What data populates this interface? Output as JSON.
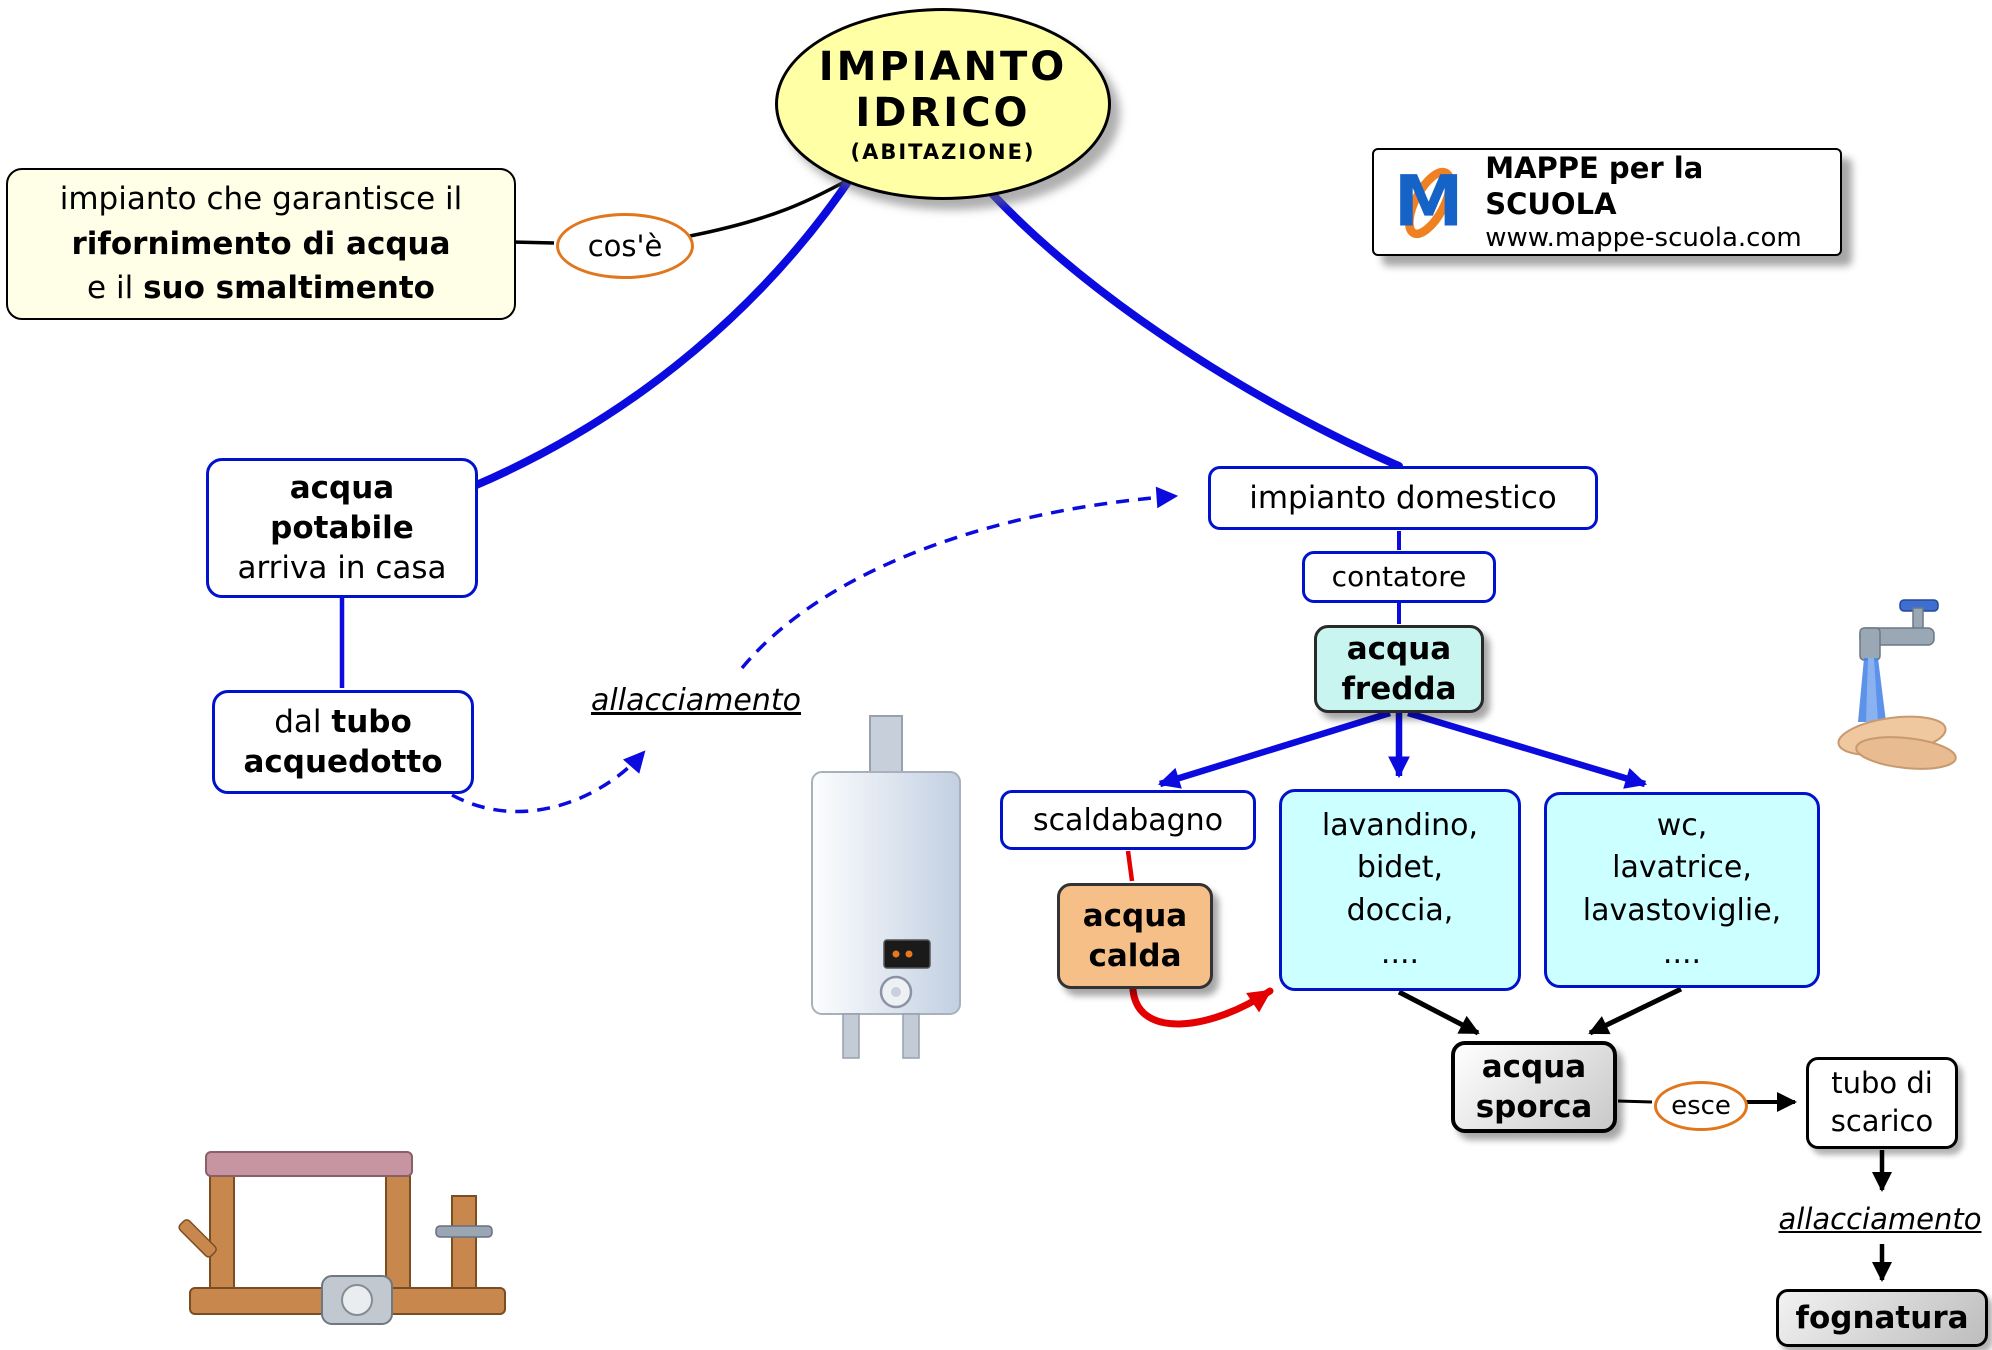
{
  "main_topic": {
    "title": "IMPIANTO\nIDRICO",
    "subtitle": "(ABITAZIONE)"
  },
  "definition": {
    "line1": "impianto che garantisce il",
    "bold1": "rifornimento di acqua",
    "line3_prefix": "e il ",
    "bold2": "suo smaltimento"
  },
  "labels": {
    "cose": "cos'è",
    "esce": "esce",
    "allacciamento_left": "allacciamento",
    "allacciamento_right": "allacciamento"
  },
  "logo": {
    "monogram": "M",
    "brand": "MAPPE per la SCUOLA",
    "url": "www.mappe-scuola.com"
  },
  "nodes": {
    "acqua_potabile_bold": "acqua\npotabile",
    "acqua_potabile_rest": "arriva in casa",
    "tubo_prefix": "dal ",
    "tubo_bold1": "tubo",
    "tubo_bold2": "acquedotto",
    "impianto_domestico": "impianto domestico",
    "contatore": "contatore",
    "acqua_fredda": "acqua\nfredda",
    "scaldabagno": "scaldabagno",
    "lavandino": "lavandino,\nbidet,\ndoccia,\n....",
    "wc": "wc,\nlavatrice,\nlavastoviglie,\n....",
    "acqua_calda": "acqua\ncalda",
    "acqua_sporca": "acqua\nsporca",
    "tubo_scarico": "tubo di\nscarico",
    "fognatura": "fognatura"
  },
  "colors": {
    "main_topic_fill": "#FFFFA6",
    "note_fill": "#FFFFE8",
    "blue_accent": "#0012CC",
    "cyan_fill": "#CCFFFF",
    "fredda_fill": "#C9F5F0",
    "calda_fill": "#F6BF87",
    "orange_outline": "#E2761C",
    "red_arrow": "#E40000",
    "logo_blue": "#1663C8",
    "logo_orange": "#F08122"
  }
}
